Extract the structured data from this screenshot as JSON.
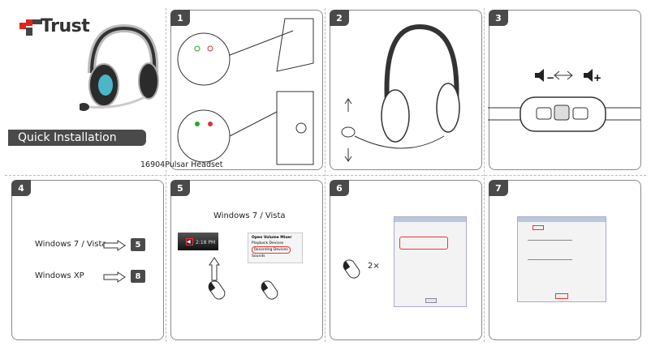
{
  "cover": {
    "brand": "Trust",
    "title": "Quick Installation Guide",
    "product": "16904Pulsar Headset"
  },
  "steps": [
    {
      "number": "1"
    },
    {
      "number": "2"
    },
    {
      "number": "3"
    },
    {
      "number": "4",
      "options": [
        {
          "label": "Windows 7 / Vista",
          "goto": "5"
        },
        {
          "label": "Windows XP",
          "goto": "8"
        }
      ]
    },
    {
      "number": "5",
      "os": "Windows 7 / Vista",
      "clock": "2:18 PM",
      "menu": [
        "Open Volume Mixer",
        "Playback Devices",
        "Recording Devices",
        "Sounds"
      ]
    },
    {
      "number": "6",
      "clicks": "2×"
    },
    {
      "number": "7"
    }
  ],
  "colors": {
    "tab": "#4a4a4a",
    "brand_red": "#e2231a",
    "highlight": "#e03030",
    "accent_blue": "#4ab6c8"
  }
}
